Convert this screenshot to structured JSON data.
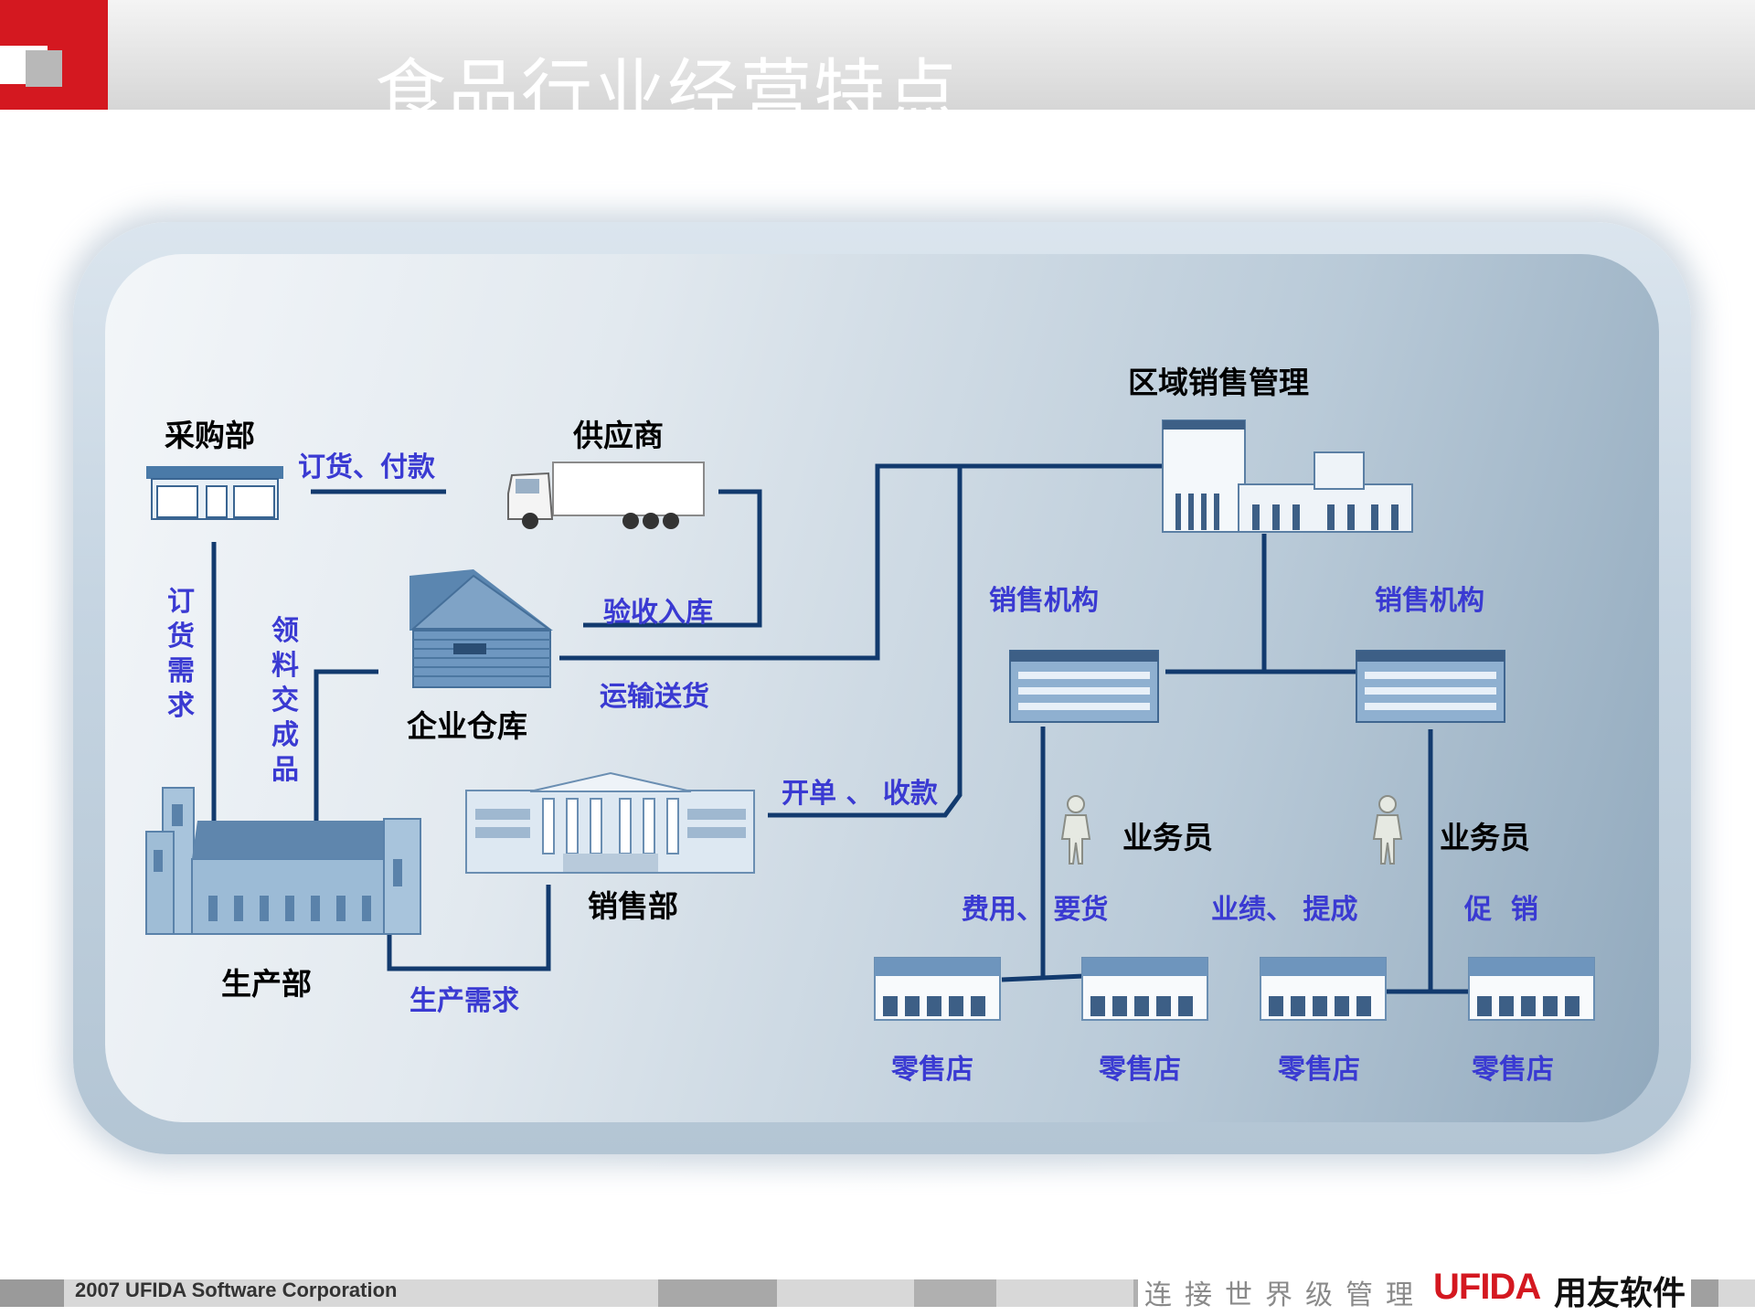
{
  "header": {
    "title": "食品行业经营特点"
  },
  "nodes": {
    "purchasing": "采购部",
    "supplier": "供应商",
    "warehouse": "企业仓库",
    "production": "生产部",
    "sales_dept": "销售部",
    "regional_sales": "区域销售管理",
    "sales_org_1": "销售机构",
    "sales_org_2": "销售机构",
    "salesman_1": "业务员",
    "salesman_2": "业务员",
    "retail_1": "零售店",
    "retail_2": "零售店",
    "retail_3": "零售店",
    "retail_4": "零售店"
  },
  "flows": {
    "order_pay": "订货、付款",
    "order_demand": "订货需求",
    "material_output": "领料交成品",
    "receive_store": "验收入库",
    "transport": "运输送货",
    "invoice_collect": "开单 、 收款",
    "production_demand": "生产需求",
    "fee_order": "费用、 要货",
    "performance": "业绩、 提成",
    "promotion": "促  销"
  },
  "colors": {
    "line": "#123a6e",
    "flow_text": "#3a3ad2",
    "node_text": "#000000",
    "brand": "#d41820"
  },
  "footer": {
    "copyright": "2007 UFIDA Software Corporation",
    "slogan": "连接世界级管理",
    "brand_en": "UFIDA",
    "brand_cn": "用友软件"
  }
}
